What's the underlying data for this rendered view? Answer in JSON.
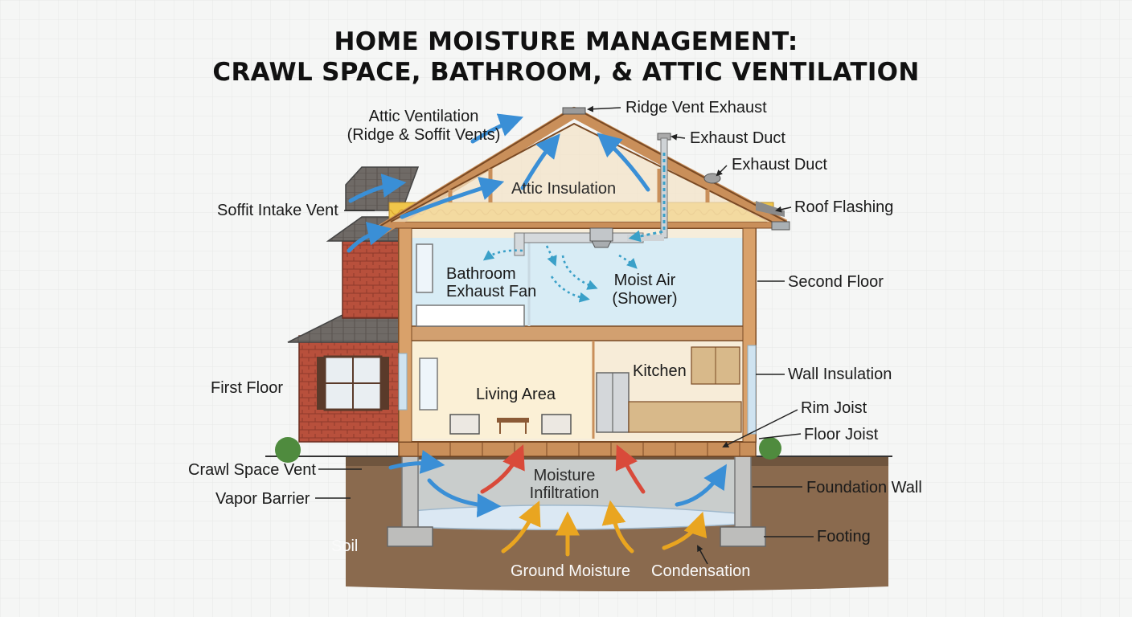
{
  "title": {
    "line1": "HOME MOISTURE MANAGEMENT:",
    "line2": "CRAWL SPACE, BATHROOM, & ATTIC VENTILATION"
  },
  "labels": {
    "attic_ventilation_1": "Attic Ventilation",
    "attic_ventilation_2": "(Ridge & Soffit Vents)",
    "ridge_vent_exhaust": "Ridge Vent Exhaust",
    "exhaust_duct_1": "Exhaust Duct",
    "exhaust_duct_2": "Exhaust Duct",
    "attic_insulation": "Attic Insulation",
    "soffit_intake_vent": "Soffit Intake Vent",
    "roof_flashing": "Roof Flashing",
    "bathroom_exhaust_fan_1": "Bathroom",
    "bathroom_exhaust_fan_2": "Exhaust Fan",
    "moist_air_1": "Moist Air",
    "moist_air_2": "(Shower)",
    "second_floor": "Second Floor",
    "first_floor": "First Floor",
    "kitchen": "Kitchen",
    "living_area": "Living Area",
    "wall_insulation": "Wall Insulation",
    "rim_joist": "Rim Joist",
    "floor_joist": "Floor Joist",
    "crawl_space_vent": "Crawl Space Vent",
    "vapor_barrier": "Vapor Barrier",
    "moisture_infiltration_1": "Moisture",
    "moisture_infiltration_2": "Infiltration",
    "foundation_wall": "Foundation Wall",
    "footing": "Footing",
    "soil": "Soil",
    "ground_moisture": "Ground Moisture",
    "condensation": "Condensation"
  },
  "colors": {
    "airflow_blue": "#3a8fd6",
    "heat_red": "#d94a3a",
    "ground_moisture_yellow": "#e9a520",
    "soil_brown": "#8a6a4e",
    "insulation_yellow": "#f0c64a",
    "brick_red": "#b8503c",
    "roof_gray": "#6f6a66"
  }
}
